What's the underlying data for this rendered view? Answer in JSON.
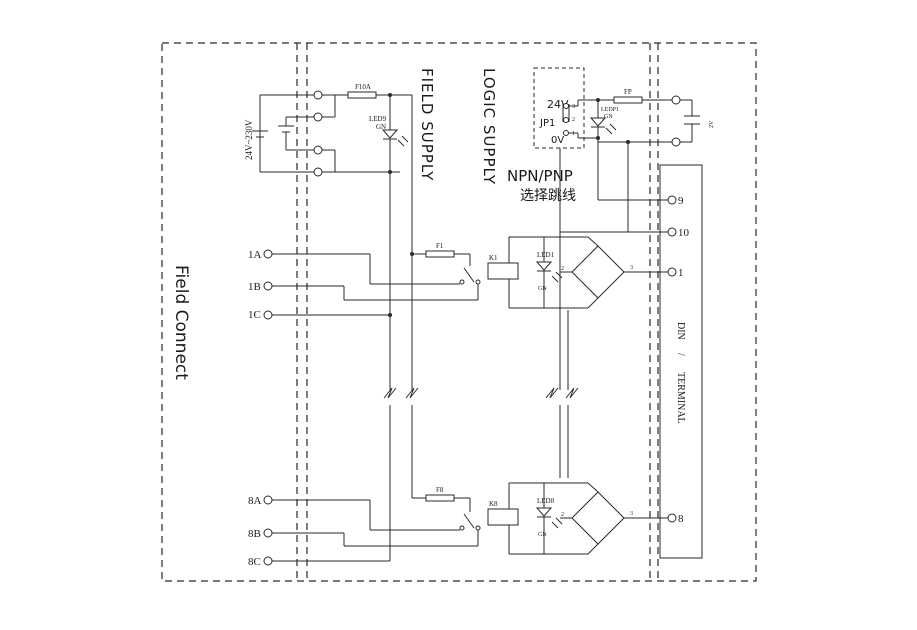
{
  "sections": {
    "field_connect": "Field Connect",
    "field_supply": "FIELD SUPPLY",
    "logic_supply": "LOGIC SUPPLY"
  },
  "jumper": {
    "title": "NPN/PNP",
    "subtitle": "选择跳线",
    "v24": "24V",
    "jp": "JP1",
    "v0": "0V",
    "pin3": "3",
    "pin2": "2",
    "pin1": "1"
  },
  "supply_labels": {
    "field_voltage": "24V~230V",
    "fuse_field": "F10A",
    "led_field": "LED9",
    "led_field_color": "GN",
    "fuse_logic": "FP",
    "led_logic": "LEDP1",
    "led_logic_color": "GN",
    "logic_voltage": "2V"
  },
  "channel1": {
    "terminals": [
      "1A",
      "1B",
      "1C"
    ],
    "fuse": "F1",
    "relay": "K1",
    "led": "LED1",
    "led_color": "GN",
    "bridge_in": "2",
    "bridge_out": "3",
    "din_terminal": "1"
  },
  "channel8": {
    "terminals": [
      "8A",
      "8B",
      "8C"
    ],
    "fuse": "F8",
    "relay": "K8",
    "led": "LED8",
    "led_color": "GN",
    "bridge_in": "2",
    "bridge_out": "3",
    "din_terminal": "8"
  },
  "din_rail": {
    "label_top": "DIN",
    "label_sep": "/",
    "label_bottom": "TERMINAL",
    "terminals": [
      "9",
      "10"
    ]
  }
}
